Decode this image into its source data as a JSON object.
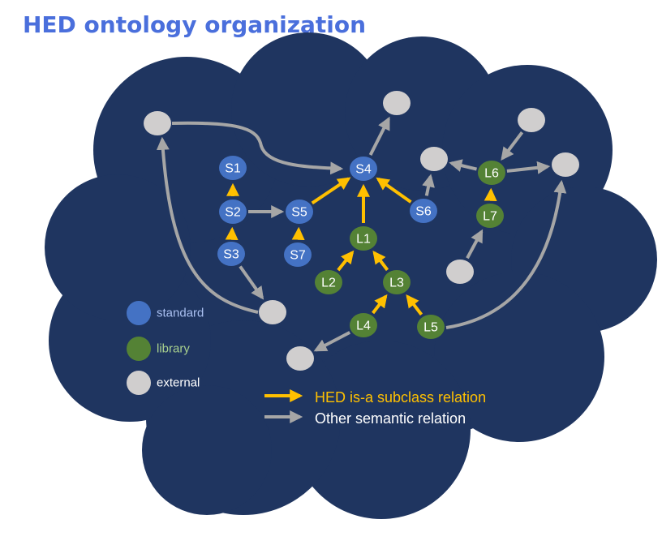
{
  "title": "HED ontology organization",
  "colors": {
    "background_cloud": "#1f3560",
    "standard": "#4472c4",
    "library": "#548235",
    "external": "#d0cece",
    "subclass_arrow": "#ffc000",
    "semantic_arrow": "#a6a6a6",
    "title": "#4a6fdc"
  },
  "nodes": {
    "S1": {
      "label": "S1",
      "kind": "standard"
    },
    "S2": {
      "label": "S2",
      "kind": "standard"
    },
    "S3": {
      "label": "S3",
      "kind": "standard"
    },
    "S4": {
      "label": "S4",
      "kind": "standard"
    },
    "S5": {
      "label": "S5",
      "kind": "standard"
    },
    "S6": {
      "label": "S6",
      "kind": "standard"
    },
    "S7": {
      "label": "S7",
      "kind": "standard"
    },
    "L1": {
      "label": "L1",
      "kind": "library"
    },
    "L2": {
      "label": "L2",
      "kind": "library"
    },
    "L3": {
      "label": "L3",
      "kind": "library"
    },
    "L4": {
      "label": "L4",
      "kind": "library"
    },
    "L5": {
      "label": "L5",
      "kind": "library"
    },
    "L6": {
      "label": "L6",
      "kind": "library"
    },
    "L7": {
      "label": "L7",
      "kind": "library"
    },
    "E1": {
      "label": "",
      "kind": "external"
    },
    "E2": {
      "label": "",
      "kind": "external"
    },
    "E3": {
      "label": "",
      "kind": "external"
    },
    "E4": {
      "label": "",
      "kind": "external"
    },
    "E5": {
      "label": "",
      "kind": "external"
    },
    "E6": {
      "label": "",
      "kind": "external"
    },
    "E7": {
      "label": "",
      "kind": "external"
    },
    "E8": {
      "label": "",
      "kind": "external"
    }
  },
  "subclass_edges": [
    [
      "S2",
      "S1"
    ],
    [
      "S3",
      "S2"
    ],
    [
      "S5",
      "S4"
    ],
    [
      "S7",
      "S5"
    ],
    [
      "S6",
      "S4"
    ],
    [
      "L1",
      "S4"
    ],
    [
      "L2",
      "L1"
    ],
    [
      "L3",
      "L1"
    ],
    [
      "L4",
      "L3"
    ],
    [
      "L5",
      "L3"
    ],
    [
      "L7",
      "L6"
    ]
  ],
  "semantic_edges": [
    [
      "E1",
      "S4"
    ],
    [
      "S2",
      "S5"
    ],
    [
      "S3",
      "E5"
    ],
    [
      "E5",
      "E1"
    ],
    [
      "S4",
      "E2"
    ],
    [
      "S6",
      "E3"
    ],
    [
      "L6",
      "E3"
    ],
    [
      "E6",
      "L7"
    ],
    [
      "E4",
      "L6"
    ],
    [
      "L6",
      "E7"
    ],
    [
      "L4",
      "E8"
    ],
    [
      "L5",
      "E7"
    ]
  ],
  "legend": {
    "standard": "standard",
    "library": "library",
    "external": "external",
    "subclass_relation": "HED is-a subclass relation",
    "other_relation": "Other semantic relation"
  }
}
